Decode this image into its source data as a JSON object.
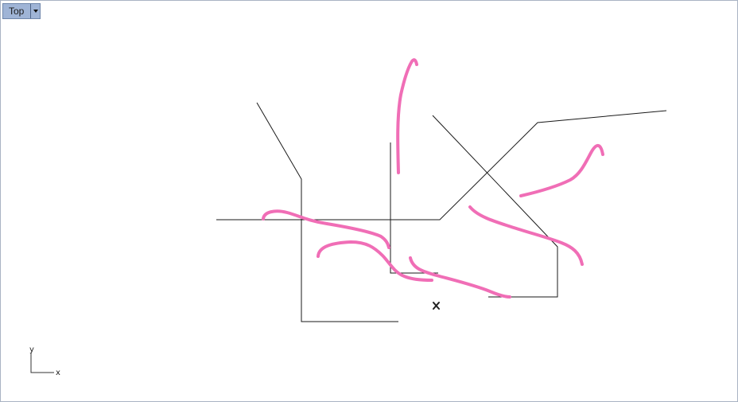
{
  "viewport": {
    "view_name": "Top",
    "view_menu_icon": "chevron-down-icon"
  },
  "axis_widget": {
    "y_label": "y",
    "x_label": "x"
  },
  "colors": {
    "curve_black": "#1a1a1a",
    "sketch_pink": "#f06eb6",
    "tab_bg": "#9fb4d6",
    "viewport_border": "#a9b3c4"
  },
  "cursor_icon": "x-cursor-icon"
}
